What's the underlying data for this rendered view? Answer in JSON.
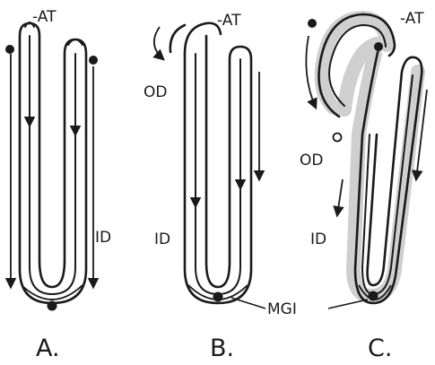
{
  "labels": {
    "at": "-AT",
    "od": "OD",
    "id": "ID",
    "mgi": "MGI"
  },
  "panels": [
    {
      "letter": "A."
    },
    {
      "letter": "B."
    },
    {
      "letter": "C."
    }
  ]
}
